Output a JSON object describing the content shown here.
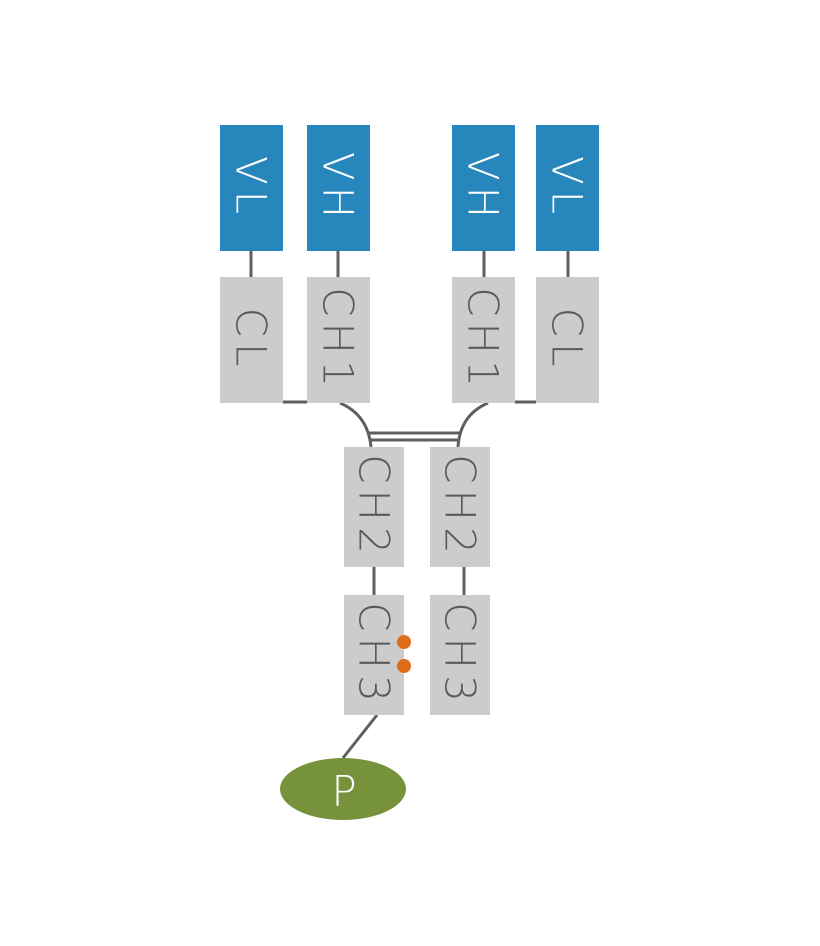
{
  "colors": {
    "variable": "#2787bd",
    "constant": "#cccccc",
    "line": "#5f5f5f",
    "payload": "#76933c",
    "conjugation": "#e06c1a",
    "variable_text": "#ffffff",
    "constant_text": "#5a5a5a",
    "payload_text": "#ffffff"
  },
  "domains": {
    "vl_left": "VL",
    "vh_left": "VH",
    "vh_right": "VH",
    "vl_right": "VL",
    "cl_left": "CL",
    "ch1_left": "CH1",
    "ch1_right": "CH1",
    "cl_right": "CL",
    "ch2_left": "CH2",
    "ch2_right": "CH2",
    "ch3_left": "CH3",
    "ch3_right": "CH3"
  },
  "payload": {
    "label": "P"
  },
  "conjugation_sites": 2
}
